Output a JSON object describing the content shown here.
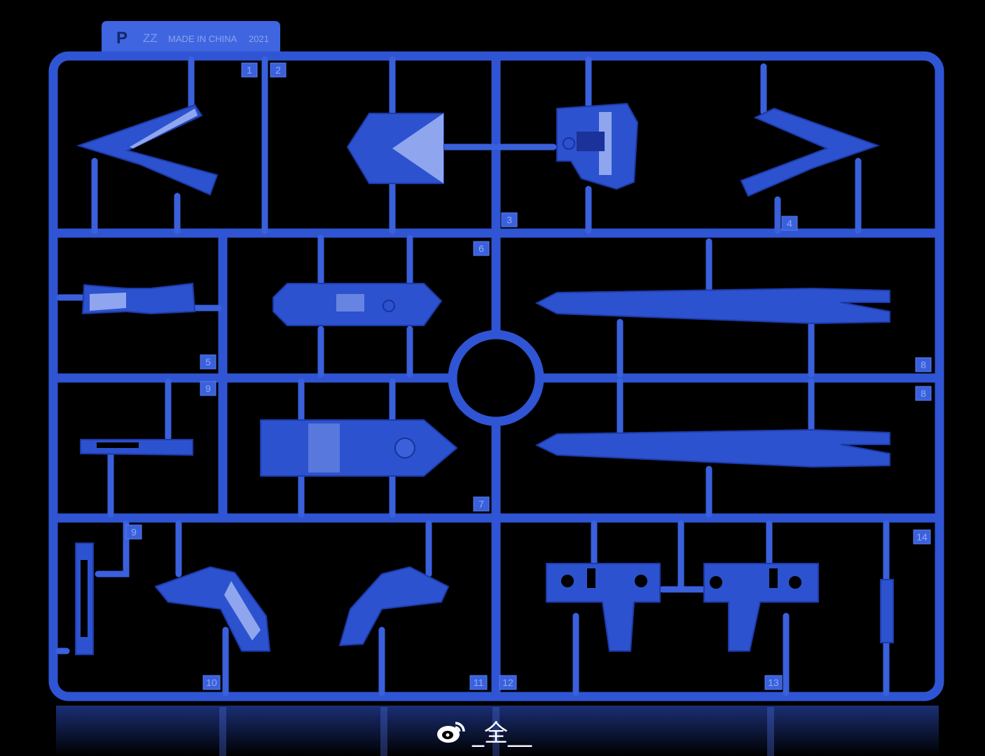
{
  "runner": {
    "letter": "P",
    "brand": "ZZ",
    "made_in": "MADE IN CHINA",
    "year": "2021",
    "color": "#2f55d4"
  },
  "tags": [
    "1",
    "2",
    "3",
    "4",
    "5",
    "6",
    "7",
    "8",
    "8",
    "9",
    "9",
    "10",
    "11",
    "12",
    "13",
    "14"
  ],
  "watermark": {
    "icon": "weibo-icon",
    "text": "_全__"
  }
}
